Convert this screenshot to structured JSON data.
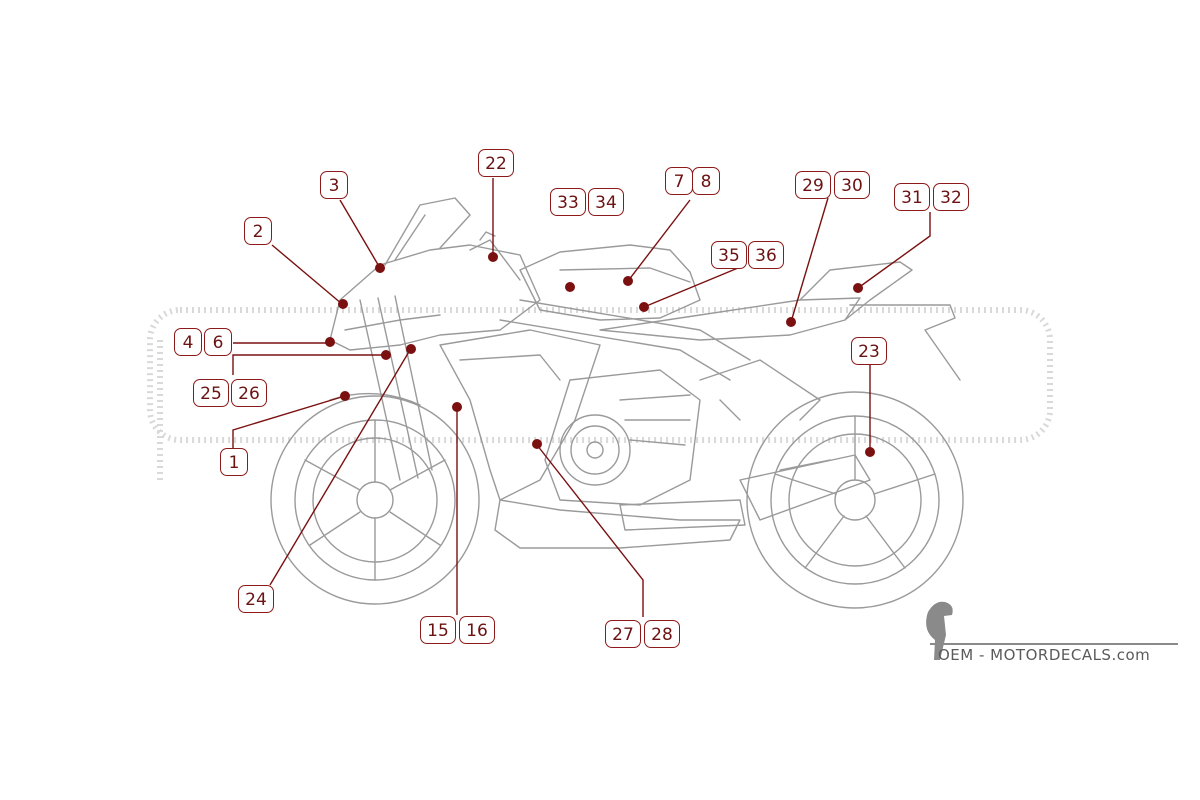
{
  "diagram": {
    "callouts": [
      {
        "id": "c1",
        "text": "1"
      },
      {
        "id": "c2",
        "text": "2"
      },
      {
        "id": "c3",
        "text": "3"
      },
      {
        "id": "c4",
        "text": "4"
      },
      {
        "id": "c6",
        "text": "6"
      },
      {
        "id": "c7",
        "text": "7"
      },
      {
        "id": "c8",
        "text": "8"
      },
      {
        "id": "c15",
        "text": "15"
      },
      {
        "id": "c16",
        "text": "16"
      },
      {
        "id": "c22",
        "text": "22"
      },
      {
        "id": "c23",
        "text": "23"
      },
      {
        "id": "c24",
        "text": "24"
      },
      {
        "id": "c25",
        "text": "25"
      },
      {
        "id": "c26",
        "text": "26"
      },
      {
        "id": "c27",
        "text": "27"
      },
      {
        "id": "c28",
        "text": "28"
      },
      {
        "id": "c29",
        "text": "29"
      },
      {
        "id": "c30",
        "text": "30"
      },
      {
        "id": "c31",
        "text": "31"
      },
      {
        "id": "c32",
        "text": "32"
      },
      {
        "id": "c33",
        "text": "33"
      },
      {
        "id": "c34",
        "text": "34"
      },
      {
        "id": "c35",
        "text": "35"
      },
      {
        "id": "c36",
        "text": "36"
      }
    ],
    "brand": "OEM - MOTORDECALS.com",
    "colors": {
      "callout": "#8c1a1a",
      "drawing": "#9a9a9a",
      "background": "#ffffff"
    }
  }
}
